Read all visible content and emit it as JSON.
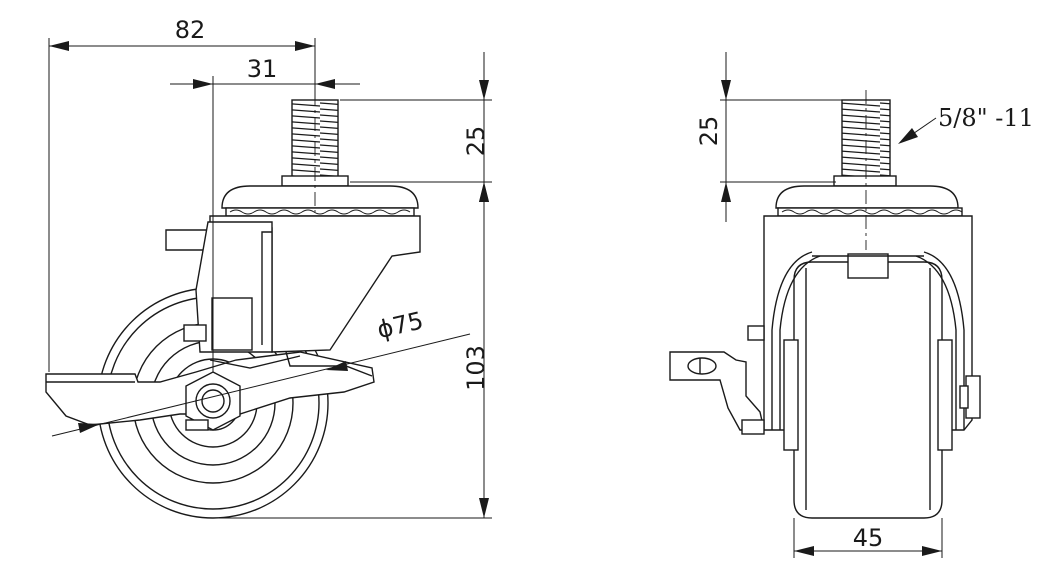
{
  "dimensions": {
    "overall_width": "82",
    "offset": "31",
    "stem_length_side": "25",
    "overall_height": "103",
    "wheel_diameter": "ϕ75",
    "stem_length_front": "25",
    "thread": "5/8\" -11",
    "wheel_width": "45"
  }
}
